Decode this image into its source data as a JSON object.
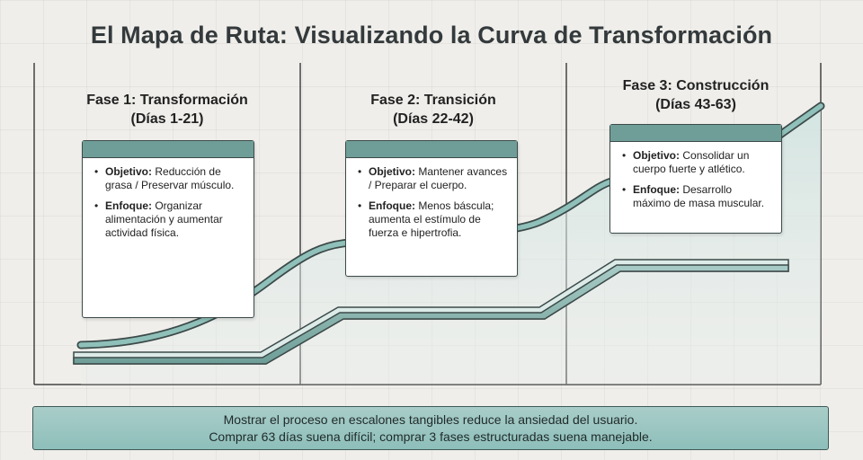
{
  "title": "El Mapa de Ruta: Visualizando la Curva de Transformación",
  "phases": [
    {
      "name": "Fase 1: Transformación",
      "days": "(Días 1-21)",
      "objective_label": "Objetivo:",
      "objective_text": "Reducción de grasa / Preservar músculo.",
      "focus_label": "Enfoque:",
      "focus_text": "Organizar alimentación y aumentar actividad física."
    },
    {
      "name": "Fase 2: Transición",
      "days": "(Días 22-42)",
      "objective_label": "Objetivo:",
      "objective_text": "Mantener avances / Preparar el cuerpo.",
      "focus_label": "Enfoque:",
      "focus_text": "Menos báscula; aumenta el estímulo de fuerza e hipertrofia."
    },
    {
      "name": "Fase 3: Construcción",
      "days": "(Días 43-63)",
      "objective_label": "Objetivo:",
      "objective_text": "Consolidar un cuerpo fuerte y atlético.",
      "focus_label": "Enfoque:",
      "focus_text": "Desarrollo máximo de masa muscular."
    }
  ],
  "bullet": "•",
  "footer": {
    "line1": "Mostrar el proceso en escalones tangibles reduce la ansiedad del usuario.",
    "line2": "Comprar 63 días suena difícil; comprar 3 fases estructuradas suena manejable."
  },
  "colors": {
    "accent": "#6f9e98",
    "curve": "#8fc0b9",
    "frame": "#3c4a49",
    "background": "#efeeea"
  }
}
